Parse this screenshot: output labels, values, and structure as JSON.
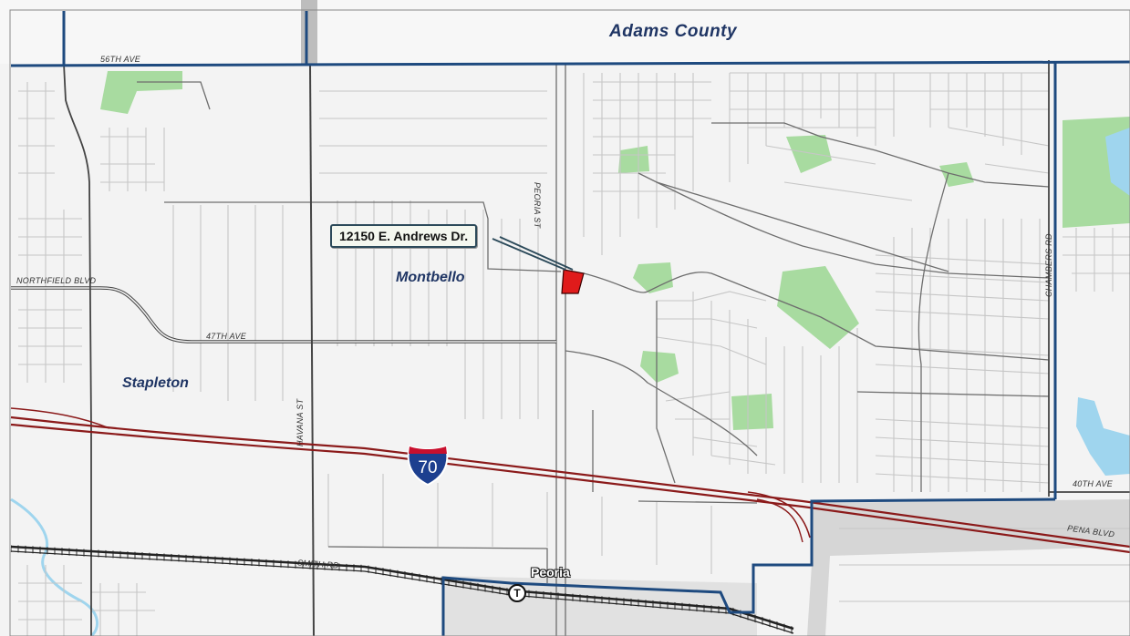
{
  "map": {
    "county_label": "Adams County",
    "neighborhoods": [
      "Montbello",
      "Stapleton"
    ],
    "callout": "12150 E. Andrews Dr.",
    "streets": {
      "ave_56": "56TH AVE",
      "peoria": "PEORIA ST",
      "northfield": "NORTHFIELD BLVD",
      "ave_47": "47TH AVE",
      "havana": "HAVANA ST",
      "chambers": "CHAMBERS RD",
      "ave_40": "40TH AVE",
      "pena": "PENA BLVD",
      "smith": "SMITH RD"
    },
    "highway_shield": "70",
    "station": "Peoria",
    "transit_icon": "T",
    "colors": {
      "boundary": "#1e4a7f",
      "interstate": "#8b1a1a",
      "park": "#a8dba0",
      "water": "#9fd5ee",
      "site": "#e01b1b",
      "shield_blue": "#1d3f8f",
      "shield_red": "#c8102e"
    },
    "icons": [
      "interstate-shield-icon",
      "transit-station-icon"
    ]
  }
}
